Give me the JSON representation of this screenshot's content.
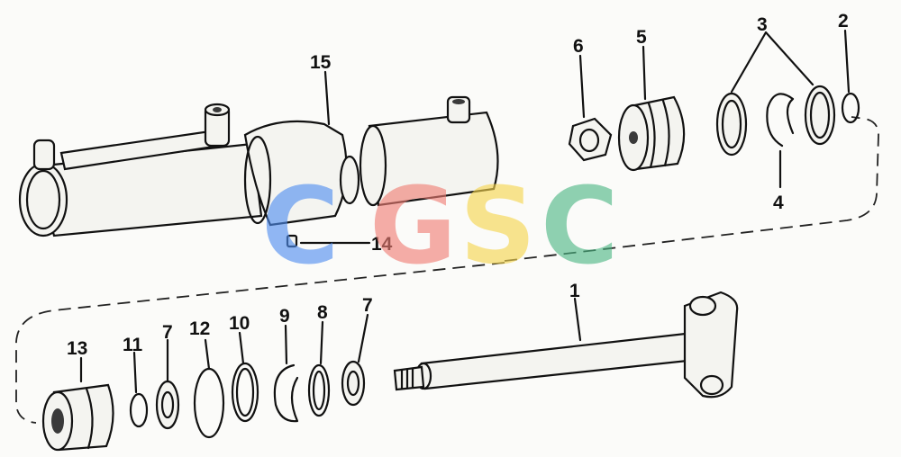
{
  "diagram": {
    "labels": [
      "1",
      "2",
      "3",
      "4",
      "5",
      "6",
      "7",
      "7",
      "8",
      "9",
      "10",
      "11",
      "12",
      "13",
      "14",
      "15"
    ]
  },
  "watermark": {
    "letters": [
      "C",
      "G",
      "S",
      "C"
    ],
    "colors": [
      "#4f8df0",
      "#f07d74",
      "#f6d54c",
      "#4cb784"
    ]
  }
}
